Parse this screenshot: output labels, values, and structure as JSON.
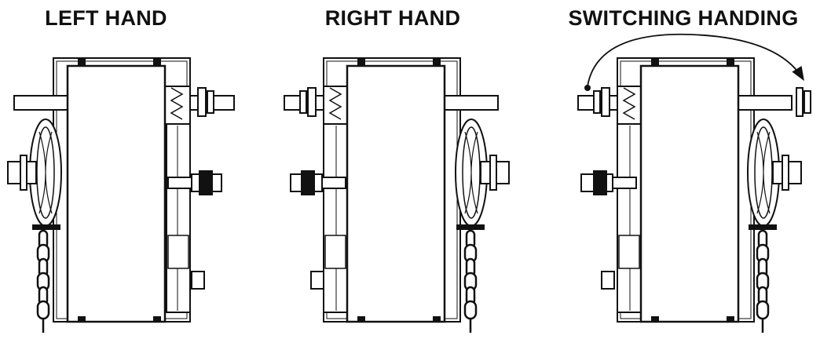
{
  "panels": [
    {
      "title": "LEFT HAND",
      "pulley_side": "left"
    },
    {
      "title": "RIGHT HAND",
      "pulley_side": "right"
    },
    {
      "title": "SWITCHING HANDING",
      "pulley_side": "right"
    }
  ],
  "colors": {
    "ink": "#111111",
    "fill": "#ffffff"
  },
  "icons": [
    "chain-icon",
    "pulley-wheel-icon",
    "curved-arrow-icon"
  ]
}
